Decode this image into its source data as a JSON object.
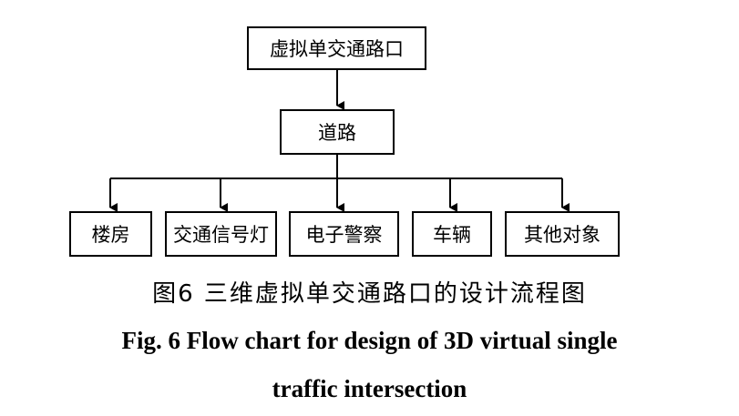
{
  "nodes": {
    "root": "虚拟单交通路口",
    "road": "道路",
    "children": [
      "楼房",
      "交通信号灯",
      "电子警察",
      "车辆",
      "其他对象"
    ]
  },
  "caption": {
    "cn": "图6  三维虚拟单交通路口的设计流程图",
    "en_line1": "Fig. 6  Flow chart for design of 3D virtual single",
    "en_line2": "traffic intersection"
  }
}
